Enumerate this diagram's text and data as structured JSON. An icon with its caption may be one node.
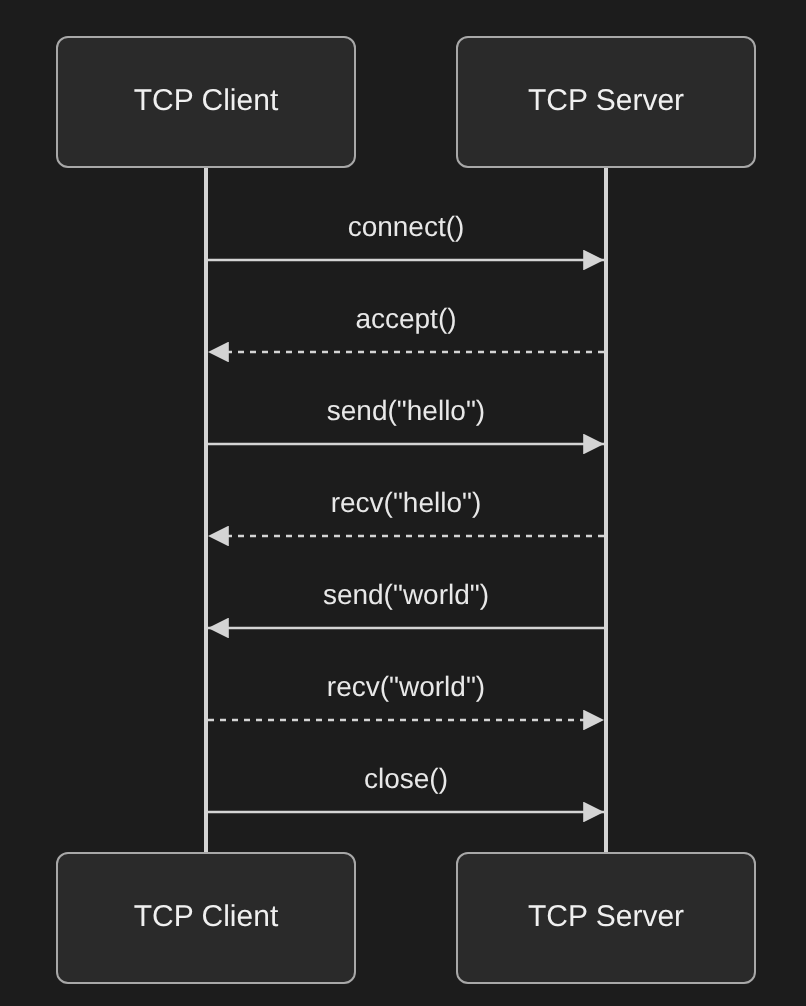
{
  "diagram": {
    "nodes": [
      {
        "text": [
          "TCP Client"
        ]
      },
      {
        "text": [
          "TCP Server"
        ]
      },
      {
        "text": [],
        "shape": "bar"
      },
      {
        "text": [],
        "shape": "bar"
      },
      {
        "text": [
          "TCP Client"
        ]
      },
      {
        "text": [
          "TCP Server"
        ]
      }
    ],
    "edges": [
      {
        "from": 2,
        "to": 3,
        "arrow": "to",
        "label": "connect()"
      },
      {
        "from": 3,
        "to": 2,
        "arrow": "to",
        "label": "accept()",
        "style": "dashed"
      },
      {
        "from": 2,
        "to": 3,
        "arrow": "to",
        "label": "send(\"hello\")"
      },
      {
        "from": 3,
        "to": 2,
        "arrow": "to",
        "label": "recv(\"hello\")",
        "style": "dashed"
      },
      {
        "from": 3,
        "to": 2,
        "arrow": "to",
        "label": "send(\"world\")"
      },
      {
        "from": 2,
        "to": 3,
        "arrow": "to",
        "label": "recv(\"world\")",
        "style": "dashed"
      },
      {
        "from": 2,
        "to": 3,
        "arrow": "to",
        "label": "close()"
      }
    ]
  }
}
